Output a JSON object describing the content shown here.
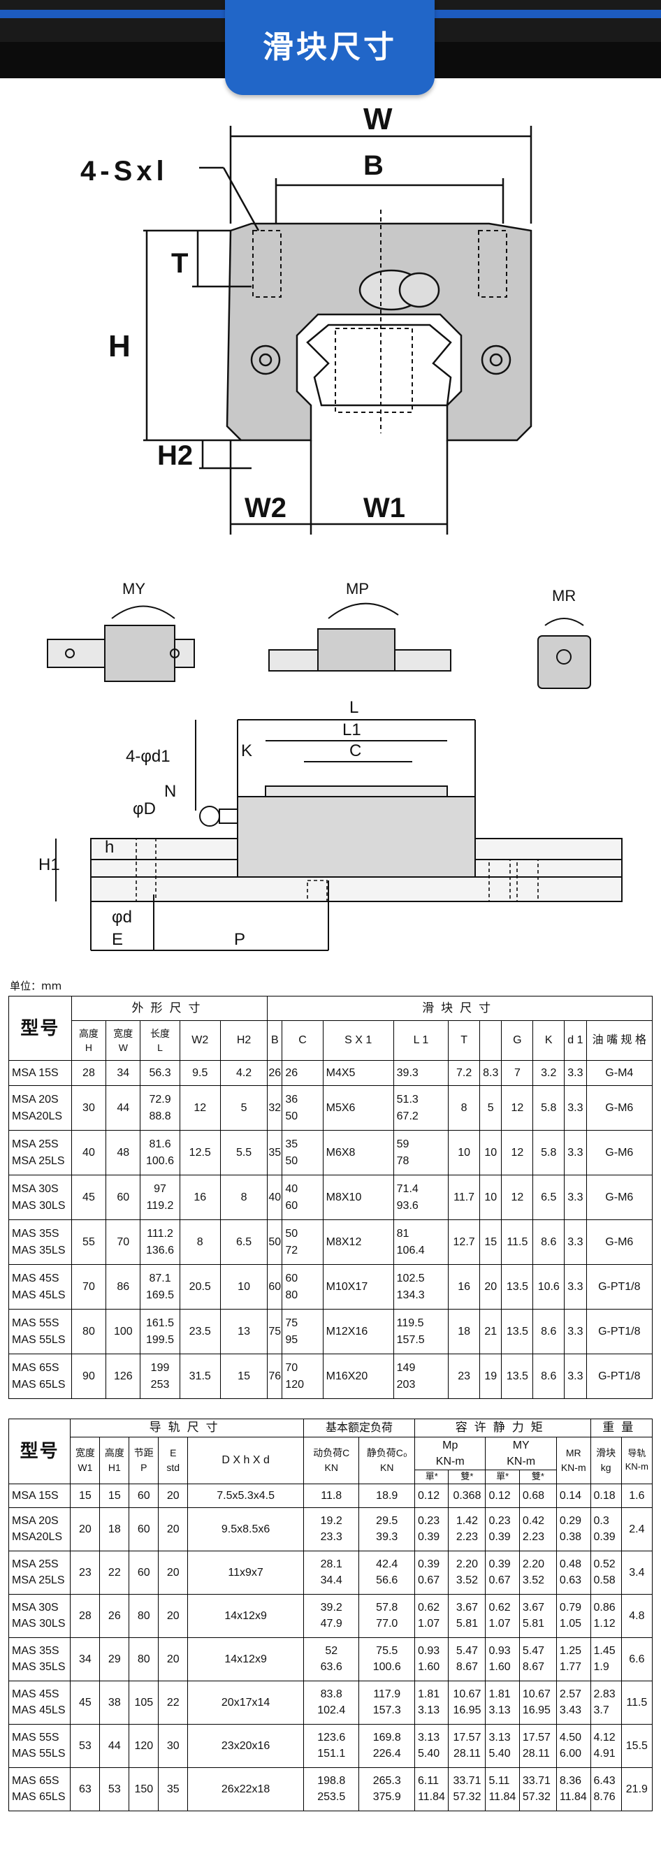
{
  "header": {
    "title": "滑块尺寸"
  },
  "diagram1": {
    "labels": {
      "sxl": "4-Sxl",
      "w": "W",
      "b": "B",
      "t": "T",
      "h": "H",
      "h2": "H2",
      "w2": "W2",
      "w1": "W1"
    }
  },
  "diagram2": {
    "my": "MY",
    "mp": "MP",
    "mr": "MR"
  },
  "diagram3": {
    "labels": {
      "l": "L",
      "l1": "L1",
      "c": "C",
      "k": "K",
      "hole": "4-φd1",
      "n": "N",
      "phid_top": "φD",
      "h1": "H1",
      "h_small": "h",
      "phid_bot": "φd",
      "e": "E",
      "p": "P"
    }
  },
  "unit": "单位：mm",
  "table1": {
    "model_header": "型号",
    "group_outer": "外形尺寸",
    "group_block": "滑块尺寸",
    "col_H": [
      "高度",
      "H"
    ],
    "col_W": [
      "宽度",
      "W"
    ],
    "col_L": [
      "长度",
      "L"
    ],
    "cols": [
      "W2",
      "H2",
      "B",
      "C",
      "S X 1",
      "L 1",
      "T",
      "",
      "G",
      "K",
      "d 1",
      "油 嘴 规 格"
    ],
    "rows": [
      {
        "model": [
          "MSA 15S"
        ],
        "H": "28",
        "W": "34",
        "L": [
          "56.3"
        ],
        "W2": "9.5",
        "H2": "4.2",
        "B": "26",
        "C": [
          "26"
        ],
        "SX1": "M4X5",
        "L1": [
          "39.3"
        ],
        "T": "7.2",
        "X": "8.3",
        "G": "7",
        "K": "3.2",
        "d1": "3.3",
        "oil": "G-M4"
      },
      {
        "model": [
          "MSA 20S",
          "MSA20LS"
        ],
        "H": "30",
        "W": "44",
        "L": [
          "72.9",
          "88.8"
        ],
        "W2": "12",
        "H2": "5",
        "B": "32",
        "C": [
          "36",
          "50"
        ],
        "SX1": "M5X6",
        "L1": [
          "51.3",
          "67.2"
        ],
        "T": "8",
        "X": "5",
        "G": "12",
        "K": "5.8",
        "d1": "3.3",
        "oil": "G-M6"
      },
      {
        "model": [
          "MSA 25S",
          "MSA 25LS"
        ],
        "H": "40",
        "W": "48",
        "L": [
          "81.6",
          "100.6"
        ],
        "W2": "12.5",
        "H2": "5.5",
        "B": "35",
        "C": [
          "35",
          "50"
        ],
        "SX1": "M6X8",
        "L1": [
          "59",
          "78"
        ],
        "T": "10",
        "X": "10",
        "G": "12",
        "K": "5.8",
        "d1": "3.3",
        "oil": "G-M6"
      },
      {
        "model": [
          "MSA 30S",
          "MAS 30LS"
        ],
        "H": "45",
        "W": "60",
        "L": [
          "97",
          "119.2"
        ],
        "W2": "16",
        "H2": "8",
        "B": "40",
        "C": [
          "40",
          "60"
        ],
        "SX1": "M8X10",
        "L1": [
          "71.4",
          "93.6"
        ],
        "T": "11.7",
        "X": "10",
        "G": "12",
        "K": "6.5",
        "d1": "3.3",
        "oil": "G-M6"
      },
      {
        "model": [
          "MAS 35S",
          "MAS 35LS"
        ],
        "H": "55",
        "W": "70",
        "L": [
          "111.2",
          "136.6"
        ],
        "W2": "8",
        "H2": "6.5",
        "B": "50",
        "C": [
          "50",
          "72"
        ],
        "SX1": "M8X12",
        "L1": [
          "81",
          "106.4"
        ],
        "T": "12.7",
        "X": "15",
        "G": "11.5",
        "K": "8.6",
        "d1": "3.3",
        "oil": "G-M6"
      },
      {
        "model": [
          "MAS 45S",
          "MAS 45LS"
        ],
        "H": "70",
        "W": "86",
        "L": [
          "87.1",
          "169.5"
        ],
        "W2": "20.5",
        "H2": "10",
        "B": "60",
        "C": [
          "60",
          "80"
        ],
        "SX1": "M10X17",
        "L1": [
          "102.5",
          "134.3"
        ],
        "T": "16",
        "X": "20",
        "G": "13.5",
        "K": "10.6",
        "d1": "3.3",
        "oil": "G-PT1/8"
      },
      {
        "model": [
          "MAS 55S",
          "MAS 55LS"
        ],
        "H": "80",
        "W": "100",
        "L": [
          "161.5",
          "199.5"
        ],
        "W2": "23.5",
        "H2": "13",
        "B": "75",
        "C": [
          "75",
          "95"
        ],
        "SX1": "M12X16",
        "L1": [
          "119.5",
          "157.5"
        ],
        "T": "18",
        "X": "21",
        "G": "13.5",
        "K": "8.6",
        "d1": "3.3",
        "oil": "G-PT1/8"
      },
      {
        "model": [
          "MAS 65S",
          "MAS 65LS"
        ],
        "H": "90",
        "W": "126",
        "L": [
          "199",
          "253"
        ],
        "W2": "31.5",
        "H2": "15",
        "B": "76",
        "C": [
          "70",
          "120"
        ],
        "SX1": "M16X20",
        "L1": [
          "149",
          "203"
        ],
        "T": "23",
        "X": "19",
        "G": "13.5",
        "K": "8.6",
        "d1": "3.3",
        "oil": "G-PT1/8"
      }
    ]
  },
  "table2": {
    "model_header": "型号",
    "group_rail": "导轨尺寸",
    "group_load": "基本额定负荷",
    "group_moment": "容许静力矩",
    "group_weight": "重量",
    "col_W1": [
      "宽度",
      "W1"
    ],
    "col_H1": [
      "高度",
      "H1"
    ],
    "col_P": [
      "节距",
      "P"
    ],
    "col_E": [
      "E",
      "std"
    ],
    "col_dhd": "D X h X d",
    "col_dyn": [
      "动负荷C",
      "KN"
    ],
    "col_sta": [
      "静负荷C₀",
      "KN"
    ],
    "col_mp": "Mp",
    "col_my": "MY",
    "col_knm": "KN-m",
    "col_single": "單*",
    "col_double": "雙*",
    "col_mr": [
      "MR",
      "KN-m"
    ],
    "col_block_w": [
      "滑块",
      "kg"
    ],
    "col_rail_w": [
      "导轨",
      "KN-m"
    ],
    "rows": [
      {
        "model": [
          "MSA 15S"
        ],
        "W1": "15",
        "H1": "15",
        "P": "60",
        "E": "20",
        "dhd": "7.5x5.3x4.5",
        "C": [
          "11.8"
        ],
        "C0": [
          "18.9"
        ],
        "mp1": [
          "0.12"
        ],
        "mp2": [
          "0.368"
        ],
        "my1": [
          "0.12"
        ],
        "my2": [
          "0.68"
        ],
        "mr": [
          "0.14"
        ],
        "bw": [
          "0.18"
        ],
        "rw": "1.6"
      },
      {
        "model": [
          "MSA 20S",
          "MSA20LS"
        ],
        "W1": "20",
        "H1": "18",
        "P": "60",
        "E": "20",
        "dhd": "9.5x8.5x6",
        "C": [
          "19.2",
          "23.3"
        ],
        "C0": [
          "29.5",
          "39.3"
        ],
        "mp1": [
          "0.23",
          "0.39"
        ],
        "mp2": [
          "1.42",
          "2.23"
        ],
        "my1": [
          "0.23",
          "0.39"
        ],
        "my2": [
          "0.42",
          "2.23"
        ],
        "mr": [
          "0.29",
          "0.38"
        ],
        "bw": [
          "0.3",
          "0.39"
        ],
        "rw": "2.4"
      },
      {
        "model": [
          "MSA 25S",
          "MSA 25LS"
        ],
        "W1": "23",
        "H1": "22",
        "P": "60",
        "E": "20",
        "dhd": "11x9x7",
        "C": [
          "28.1",
          "34.4"
        ],
        "C0": [
          "42.4",
          "56.6"
        ],
        "mp1": [
          "0.39",
          "0.67"
        ],
        "mp2": [
          "2.20",
          "3.52"
        ],
        "my1": [
          "0.39",
          "0.67"
        ],
        "my2": [
          "2.20",
          "3.52"
        ],
        "mr": [
          "0.48",
          "0.63"
        ],
        "bw": [
          "0.52",
          "0.58"
        ],
        "rw": "3.4"
      },
      {
        "model": [
          "MSA 30S",
          "MAS 30LS"
        ],
        "W1": "28",
        "H1": "26",
        "P": "80",
        "E": "20",
        "dhd": "14x12x9",
        "C": [
          "39.2",
          "47.9"
        ],
        "C0": [
          "57.8",
          "77.0"
        ],
        "mp1": [
          "0.62",
          "1.07"
        ],
        "mp2": [
          "3.67",
          "5.81"
        ],
        "my1": [
          "0.62",
          "1.07"
        ],
        "my2": [
          "3.67",
          "5.81"
        ],
        "mr": [
          "0.79",
          "1.05"
        ],
        "bw": [
          "0.86",
          "1.12"
        ],
        "rw": "4.8"
      },
      {
        "model": [
          "MAS 35S",
          "MAS 35LS"
        ],
        "W1": "34",
        "H1": "29",
        "P": "80",
        "E": "20",
        "dhd": "14x12x9",
        "C": [
          "52",
          "63.6"
        ],
        "C0": [
          "75.5",
          "100.6"
        ],
        "mp1": [
          "0.93",
          "1.60"
        ],
        "mp2": [
          "5.47",
          "8.67"
        ],
        "my1": [
          "0.93",
          "1.60"
        ],
        "my2": [
          "5.47",
          "8.67"
        ],
        "mr": [
          "1.25",
          "1.77"
        ],
        "bw": [
          "1.45",
          "1.9"
        ],
        "rw": "6.6"
      },
      {
        "model": [
          "MAS 45S",
          "MAS 45LS"
        ],
        "W1": "45",
        "H1": "38",
        "P": "105",
        "E": "22",
        "dhd": "20x17x14",
        "C": [
          "83.8",
          "102.4"
        ],
        "C0": [
          "117.9",
          "157.3"
        ],
        "mp1": [
          "1.81",
          "3.13"
        ],
        "mp2": [
          "10.67",
          "16.95"
        ],
        "my1": [
          "1.81",
          "3.13"
        ],
        "my2": [
          "10.67",
          "16.95"
        ],
        "mr": [
          "2.57",
          "3.43"
        ],
        "bw": [
          "2.83",
          "3.7"
        ],
        "rw": "11.5"
      },
      {
        "model": [
          "MAS 55S",
          "MAS 55LS"
        ],
        "W1": "53",
        "H1": "44",
        "P": "120",
        "E": "30",
        "dhd": "23x20x16",
        "C": [
          "123.6",
          "151.1"
        ],
        "C0": [
          "169.8",
          "226.4"
        ],
        "mp1": [
          "3.13",
          "5.40"
        ],
        "mp2": [
          "17.57",
          "28.11"
        ],
        "my1": [
          "3.13",
          "5.40"
        ],
        "my2": [
          "17.57",
          "28.11"
        ],
        "mr": [
          "4.50",
          "6.00"
        ],
        "bw": [
          "4.12",
          "4.91"
        ],
        "rw": "15.5"
      },
      {
        "model": [
          "MAS 65S",
          "MAS 65LS"
        ],
        "W1": "63",
        "H1": "53",
        "P": "150",
        "E": "35",
        "dhd": "26x22x18",
        "C": [
          "198.8",
          "253.5"
        ],
        "C0": [
          "265.3",
          "375.9"
        ],
        "mp1": [
          "6.11",
          "11.84"
        ],
        "mp2": [
          "33.71",
          "57.32"
        ],
        "my1": [
          "5.11",
          "11.84"
        ],
        "my2": [
          "33.71",
          "57.32"
        ],
        "mr": [
          "8.36",
          "11.84"
        ],
        "bw": [
          "6.43",
          "8.76"
        ],
        "rw": "21.9"
      }
    ]
  }
}
